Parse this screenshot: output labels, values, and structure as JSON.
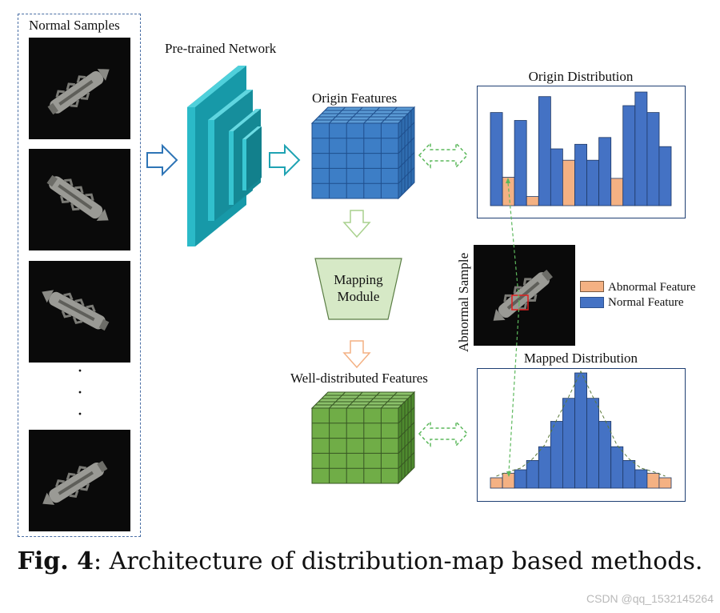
{
  "normal_samples": {
    "title": "Normal Samples",
    "dots": "·"
  },
  "network": {
    "title": "Pre-trained Network"
  },
  "origin_features": {
    "title": "Origin Features"
  },
  "mapping_module": {
    "line1": "Mapping",
    "line2": "Module"
  },
  "well_features": {
    "title": "Well-distributed Features"
  },
  "origin_distribution": {
    "title": "Origin Distribution",
    "bars": [
      {
        "value": 0.82,
        "kind": "normal"
      },
      {
        "value": 0.25,
        "kind": "abnormal"
      },
      {
        "value": 0.75,
        "kind": "normal"
      },
      {
        "value": 0.08,
        "kind": "abnormal"
      },
      {
        "value": 0.96,
        "kind": "normal"
      },
      {
        "value": 0.5,
        "kind": "normal"
      },
      {
        "value": 0.4,
        "kind": "abnormal"
      },
      {
        "value": 0.54,
        "kind": "normal"
      },
      {
        "value": 0.4,
        "kind": "normal"
      },
      {
        "value": 0.6,
        "kind": "normal"
      },
      {
        "value": 0.24,
        "kind": "abnormal"
      },
      {
        "value": 0.88,
        "kind": "normal"
      },
      {
        "value": 1.0,
        "kind": "normal"
      },
      {
        "value": 0.82,
        "kind": "normal"
      },
      {
        "value": 0.52,
        "kind": "normal"
      }
    ]
  },
  "mapped_distribution": {
    "title": "Mapped Distribution",
    "bars": [
      {
        "value": 0.09,
        "kind": "abnormal"
      },
      {
        "value": 0.13,
        "kind": "abnormal"
      },
      {
        "value": 0.16,
        "kind": "normal"
      },
      {
        "value": 0.24,
        "kind": "normal"
      },
      {
        "value": 0.36,
        "kind": "normal"
      },
      {
        "value": 0.58,
        "kind": "normal"
      },
      {
        "value": 0.78,
        "kind": "normal"
      },
      {
        "value": 1.0,
        "kind": "normal"
      },
      {
        "value": 0.78,
        "kind": "normal"
      },
      {
        "value": 0.58,
        "kind": "normal"
      },
      {
        "value": 0.36,
        "kind": "normal"
      },
      {
        "value": 0.24,
        "kind": "normal"
      },
      {
        "value": 0.16,
        "kind": "normal"
      },
      {
        "value": 0.13,
        "kind": "abnormal"
      },
      {
        "value": 0.09,
        "kind": "abnormal"
      }
    ]
  },
  "abnormal_sample": {
    "label": "Abnormal Sample"
  },
  "legend": [
    {
      "label": "Abnormal Feature",
      "color": "#f4b183"
    },
    {
      "label": "Normal Feature",
      "color": "#4472c4"
    }
  ],
  "colors": {
    "normal_bar": "#4472c4",
    "abnormal_bar": "#f4b183",
    "box_border": "#1f3f73",
    "network_teal": "#1fa3b3",
    "feature_blue": "#3d7ec6",
    "feature_green": "#70ad47",
    "mapping_fill": "#d6e9c6",
    "arrow_green": "#5cb85c",
    "arrow_orange": "#f4b183",
    "arrow_blue": "#2e75b6"
  },
  "caption": {
    "prefix": "Fig. 4",
    "text": ": Architecture of distribution-map based methods."
  },
  "watermark": "CSDN @qq_1532145264"
}
